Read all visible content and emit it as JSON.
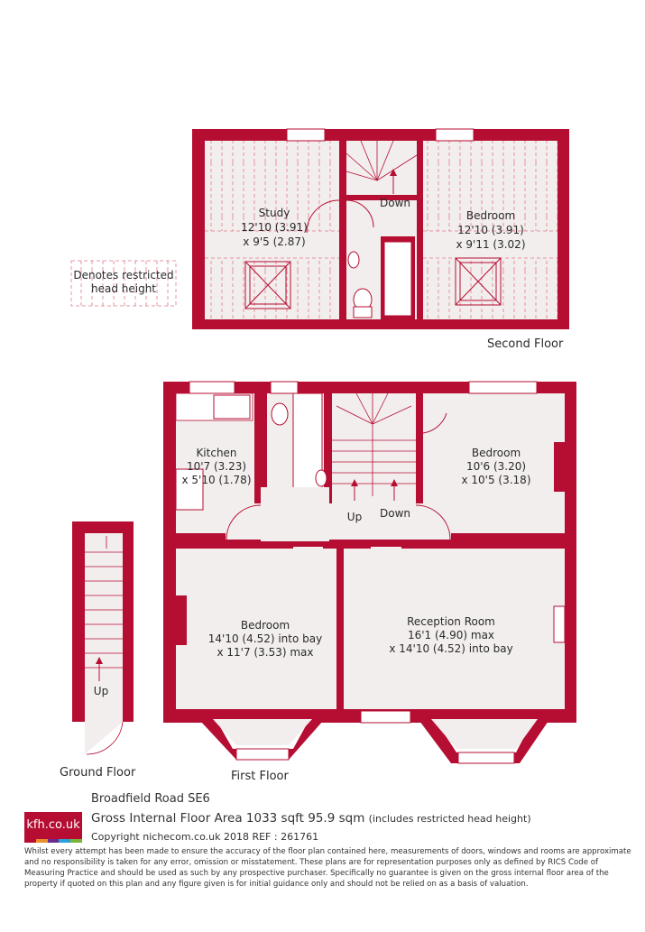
{
  "colors": {
    "wall": "#b50e32",
    "floor": "#f1eded",
    "line": "#b50e32",
    "text": "#2a2a2a"
  },
  "second_floor": {
    "label": "Second Floor",
    "rooms": [
      {
        "name": "Study",
        "dim1": "12'10 (3.91)",
        "dim2": "x 9'5 (2.87)"
      },
      {
        "name": "Bedroom",
        "dim1": "12'10 (3.91)",
        "dim2": "x 9'11 (3.02)"
      }
    ],
    "stairs": "Down"
  },
  "legend": {
    "line1": "Denotes restricted",
    "line2": "head height"
  },
  "first_floor": {
    "label": "First Floor",
    "rooms": [
      {
        "name": "Kitchen",
        "dim1": "10'7 (3.23)",
        "dim2": "x 5'10 (1.78)"
      },
      {
        "name": "Bedroom",
        "dim1": "10'6 (3.20)",
        "dim2": "x 10'5 (3.18)"
      },
      {
        "name": "Bedroom",
        "dim1": "14'10 (4.52) into bay",
        "dim2": "x 11'7 (3.53) max"
      },
      {
        "name": "Reception Room",
        "dim1": "16'1 (4.90) max",
        "dim2": "x 14'10 (4.52) into bay"
      }
    ],
    "stairs_up": "Up",
    "stairs_down": "Down"
  },
  "ground_floor": {
    "label": "Ground Floor",
    "stairs": "Up"
  },
  "footer": {
    "logo": "kfh.co.uk",
    "logo_colors": [
      "#b50e32",
      "#e8902a",
      "#6a2c8a",
      "#2aa0d8",
      "#7ab23a"
    ],
    "address": "Broadfield Road  SE6",
    "gia": "Gross Internal Floor Area 1033 sqft 95.9 sqm",
    "gia_note": "(includes restricted head height)",
    "copyright": "Copyright nichecom.co.uk 2018 REF : 261761",
    "disclaimer": "Whilst every attempt has been made to ensure the accuracy of the floor plan contained here, measurements of doors, windows and rooms are approximate and no responsibility is taken for any error, omission or misstatement.  These plans are for representation purposes only as defined by RICS Code of Measuring Practice and should be used as such by any prospective purchaser.  Specifically no guarantee is given on the gross internal floor area of the property if quoted on this plan and any figure given is for initial guidance only and should not be relied on as a basis of valuation."
  }
}
